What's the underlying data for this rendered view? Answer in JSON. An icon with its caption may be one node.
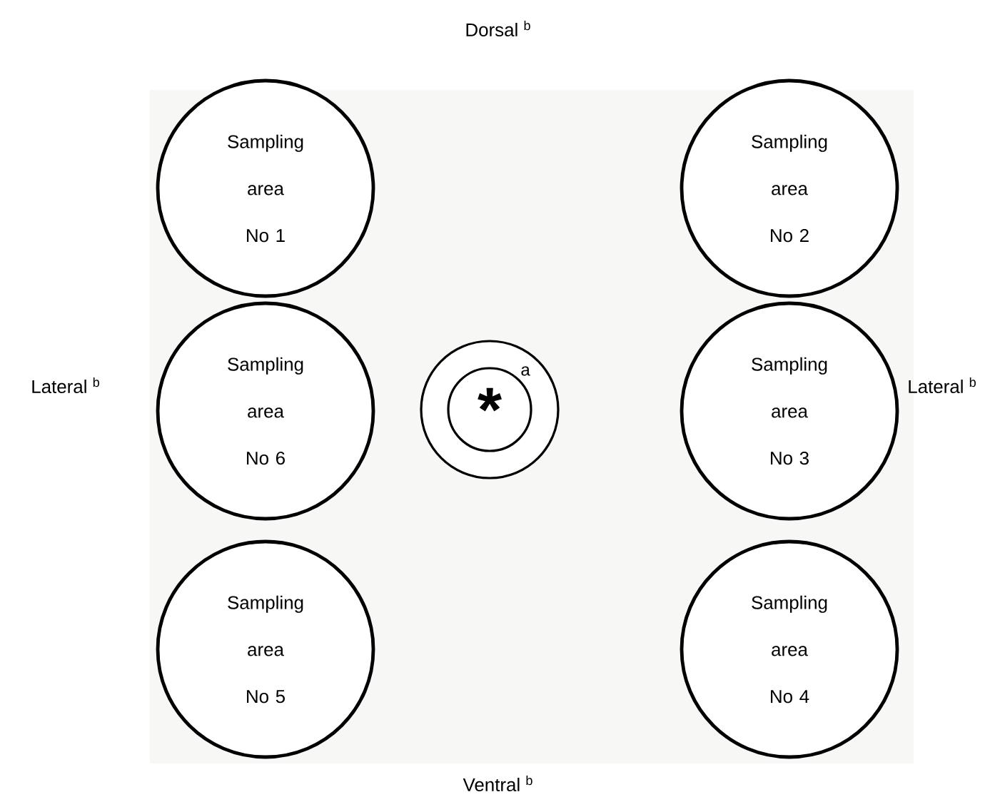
{
  "diagram": {
    "nodes": [
      {
        "text": [
          "Sampling area No 1"
        ]
      },
      {
        "text": [
          "Sampling area No 2"
        ]
      },
      {
        "text": [
          "Sampling area No 6"
        ]
      },
      {
        "text": [],
        "shape": "circle",
        "beside": [
          "a"
        ]
      },
      {
        "text": [
          "*"
        ],
        "in": 3
      },
      {
        "text": [
          "Sampling area No 3"
        ]
      },
      {
        "text": [
          "Sampling area No 5"
        ]
      },
      {
        "text": [
          "Sampling area No 4"
        ]
      }
    ],
    "labels": [
      "Dorsal $^{b}$",
      "Lateral $^{b}$",
      "Lateral $^{b}$",
      "Ventral $^{b}$"
    ]
  }
}
